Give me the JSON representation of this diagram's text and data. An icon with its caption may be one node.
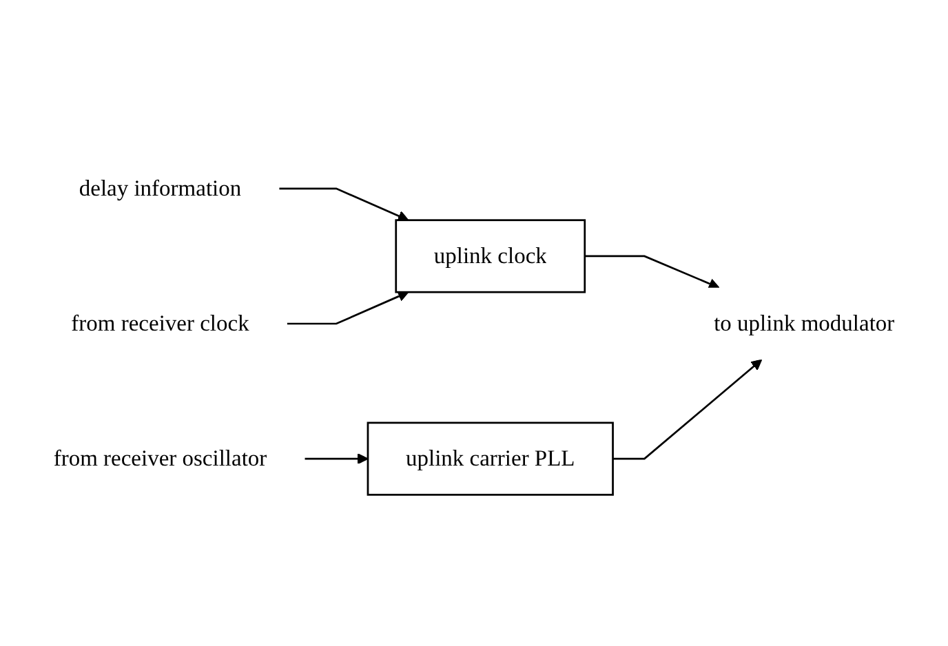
{
  "diagram": {
    "nodes": [
      {
        "text": [
          "delay information"
        ]
      },
      {
        "text": [
          "from receiver clock"
        ]
      },
      {
        "text": [
          "uplink clock"
        ]
      },
      {
        "text": [
          "from receiver oscillator"
        ]
      },
      {
        "text": [
          "to uplink modulator"
        ]
      },
      {
        "text": [
          "uplink carrier PLL"
        ]
      }
    ],
    "edges": [
      {
        "from": 0,
        "to": 2,
        "arrow": "to"
      },
      {
        "from": 1,
        "to": 2,
        "arrow": "to"
      },
      {
        "from": 2,
        "to": 4,
        "arrow": "to"
      },
      {
        "from": 3,
        "to": 5,
        "arrow": "to"
      },
      {
        "from": 5,
        "to": 4,
        "arrow": "to"
      }
    ]
  }
}
